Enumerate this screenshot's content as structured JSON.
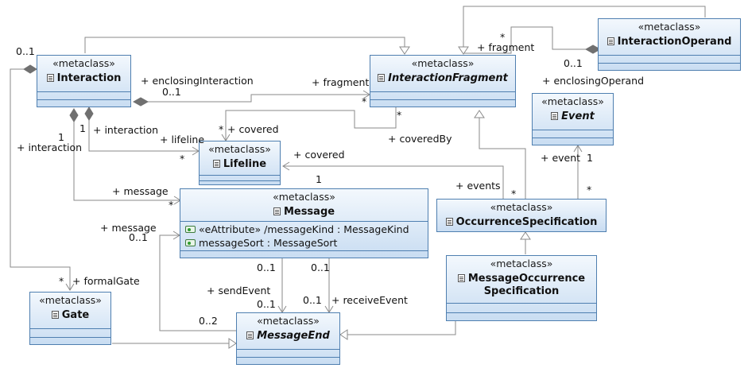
{
  "stereotype": "«metaclass»",
  "classes": {
    "interaction": {
      "name": "Interaction"
    },
    "interaction_fragment": {
      "name": "InteractionFragment"
    },
    "interaction_operand": {
      "name": "InteractionOperand"
    },
    "event": {
      "name": "Event"
    },
    "lifeline": {
      "name": "Lifeline"
    },
    "message": {
      "name": "Message",
      "attributes": [
        "«eAttribute» /messageKind : MessageKind",
        "messageSort : MessageSort"
      ]
    },
    "occurrence_specification": {
      "name": "OccurrenceSpecification"
    },
    "message_occurrence_specification": {
      "name_line1": "MessageOccurrence",
      "name_line2": "Specification"
    },
    "gate": {
      "name": "Gate"
    },
    "message_end": {
      "name": "MessageEnd"
    }
  },
  "labels": {
    "interaction_mult_0_1": "0..1",
    "enclosing_interaction": "+ enclosingInteraction",
    "enclosing_interaction_mult": "0..1",
    "fragment_left": "+ fragment",
    "fragment_left_mult": "*",
    "fragment_top": "+ fragment",
    "fragment_top_mult": "*",
    "operand_mult": "0..1",
    "enclosing_operand": "+ enclosingOperand",
    "covered_by_mult": "*",
    "covered_by": "+ coveredBy",
    "interaction_from_lifeline": "+ interaction",
    "interaction_from_lifeline_mult": "1",
    "lifeline_role": "+ lifeline",
    "lifeline_role_mult": "*",
    "covered_top": "+ covered",
    "covered_top_mult": "*",
    "interaction_from_gate_mult": "1",
    "interaction_from_gate": "+ interaction",
    "covered_right": "+ covered",
    "covered_right_mult": "1",
    "events": "+ events",
    "events_mult": "*",
    "event_role": "+ event",
    "event_role_mult": "1",
    "event_occ_mult": "*",
    "message_role": "+ message",
    "message_role_mult": "*",
    "message_end_message": "+ message",
    "message_end_message_mult": "0..1",
    "send_event_mult_top": "0..1",
    "send_event": "+ sendEvent",
    "send_event_mult_bottom": "0..1",
    "receive_event_mult_top": "0..1",
    "receive_event_mult_bottom": "0..1",
    "receive_event": "+ receiveEvent",
    "formal_gate_mult": "*",
    "formal_gate": "+ formalGate",
    "message_end_mult_0_2": "0..2"
  }
}
